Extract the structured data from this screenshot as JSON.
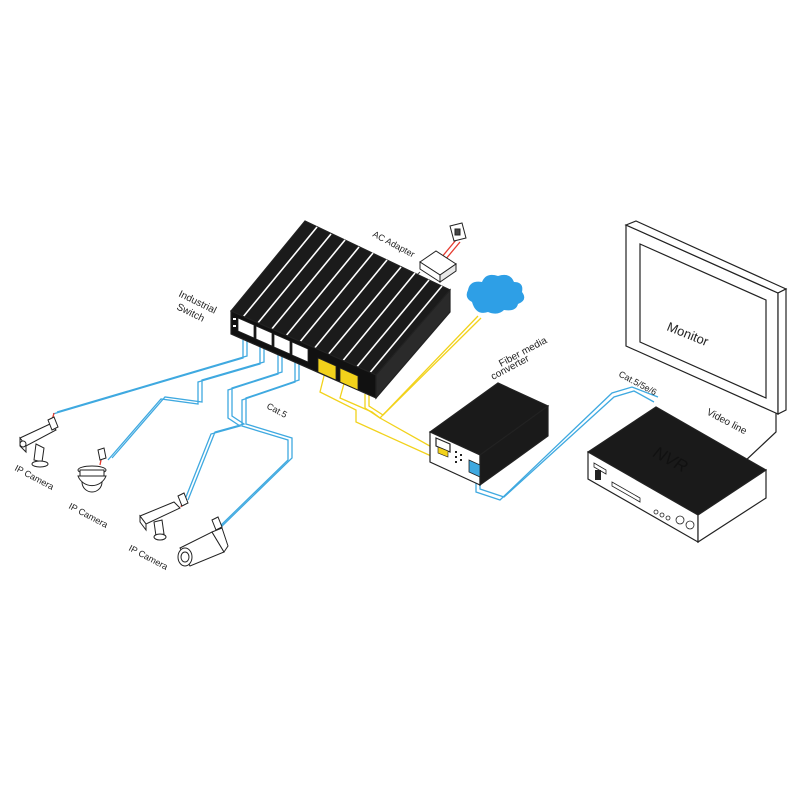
{
  "labels": {
    "ac_adapter": "AC Adapter",
    "industrial_switch_line1": "Industrial",
    "industrial_switch_line2": "Switch",
    "fiber_line1": "Fiber media",
    "fiber_line2": "converter",
    "monitor": "Monitor",
    "nvr": "NVR",
    "video_line": "Video line",
    "cat5": "Cat.5",
    "cat5e6": "Cat.5/5e/6",
    "ip_camera_1": "IP Camera",
    "ip_camera_2": "IP Camera",
    "ip_camera_3": "IP Camera"
  },
  "colors": {
    "cable_blue": "#3fa9e0",
    "cable_yellow": "#f2d21b",
    "cable_red": "#e53a2e",
    "cloud": "#2e9fe6",
    "outline": "#222222"
  }
}
